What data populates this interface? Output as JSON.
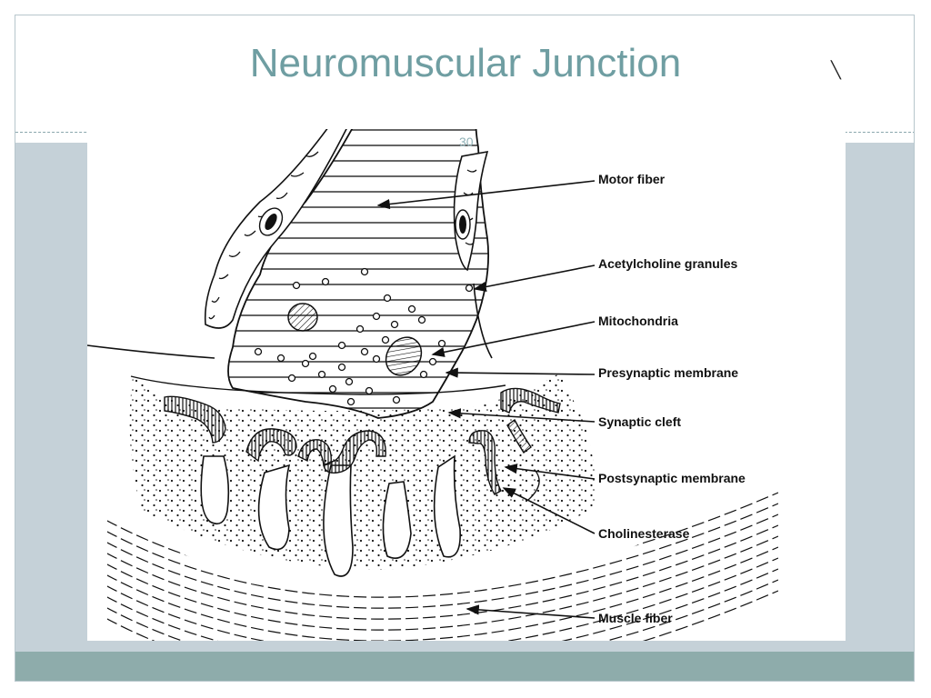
{
  "slide": {
    "title": "Neuromuscular Junction",
    "number": "30"
  },
  "diagram": {
    "labels": {
      "motor_fiber": "Motor fiber",
      "acetylcholine_granules": "Acetylcholine granules",
      "mitochondria": "Mitochondria",
      "presynaptic_membrane": "Presynaptic membrane",
      "synaptic_cleft": "Synaptic cleft",
      "postsynaptic_membrane": "Postsynaptic membrane",
      "cholinesterase": "Cholinesterase",
      "muscle_fiber": "Muscle fiber"
    }
  },
  "colors": {
    "slide_band": "#c5d1d8",
    "footer_band": "#8eacab",
    "title": "#6f9ea2",
    "ink": "#111111"
  }
}
